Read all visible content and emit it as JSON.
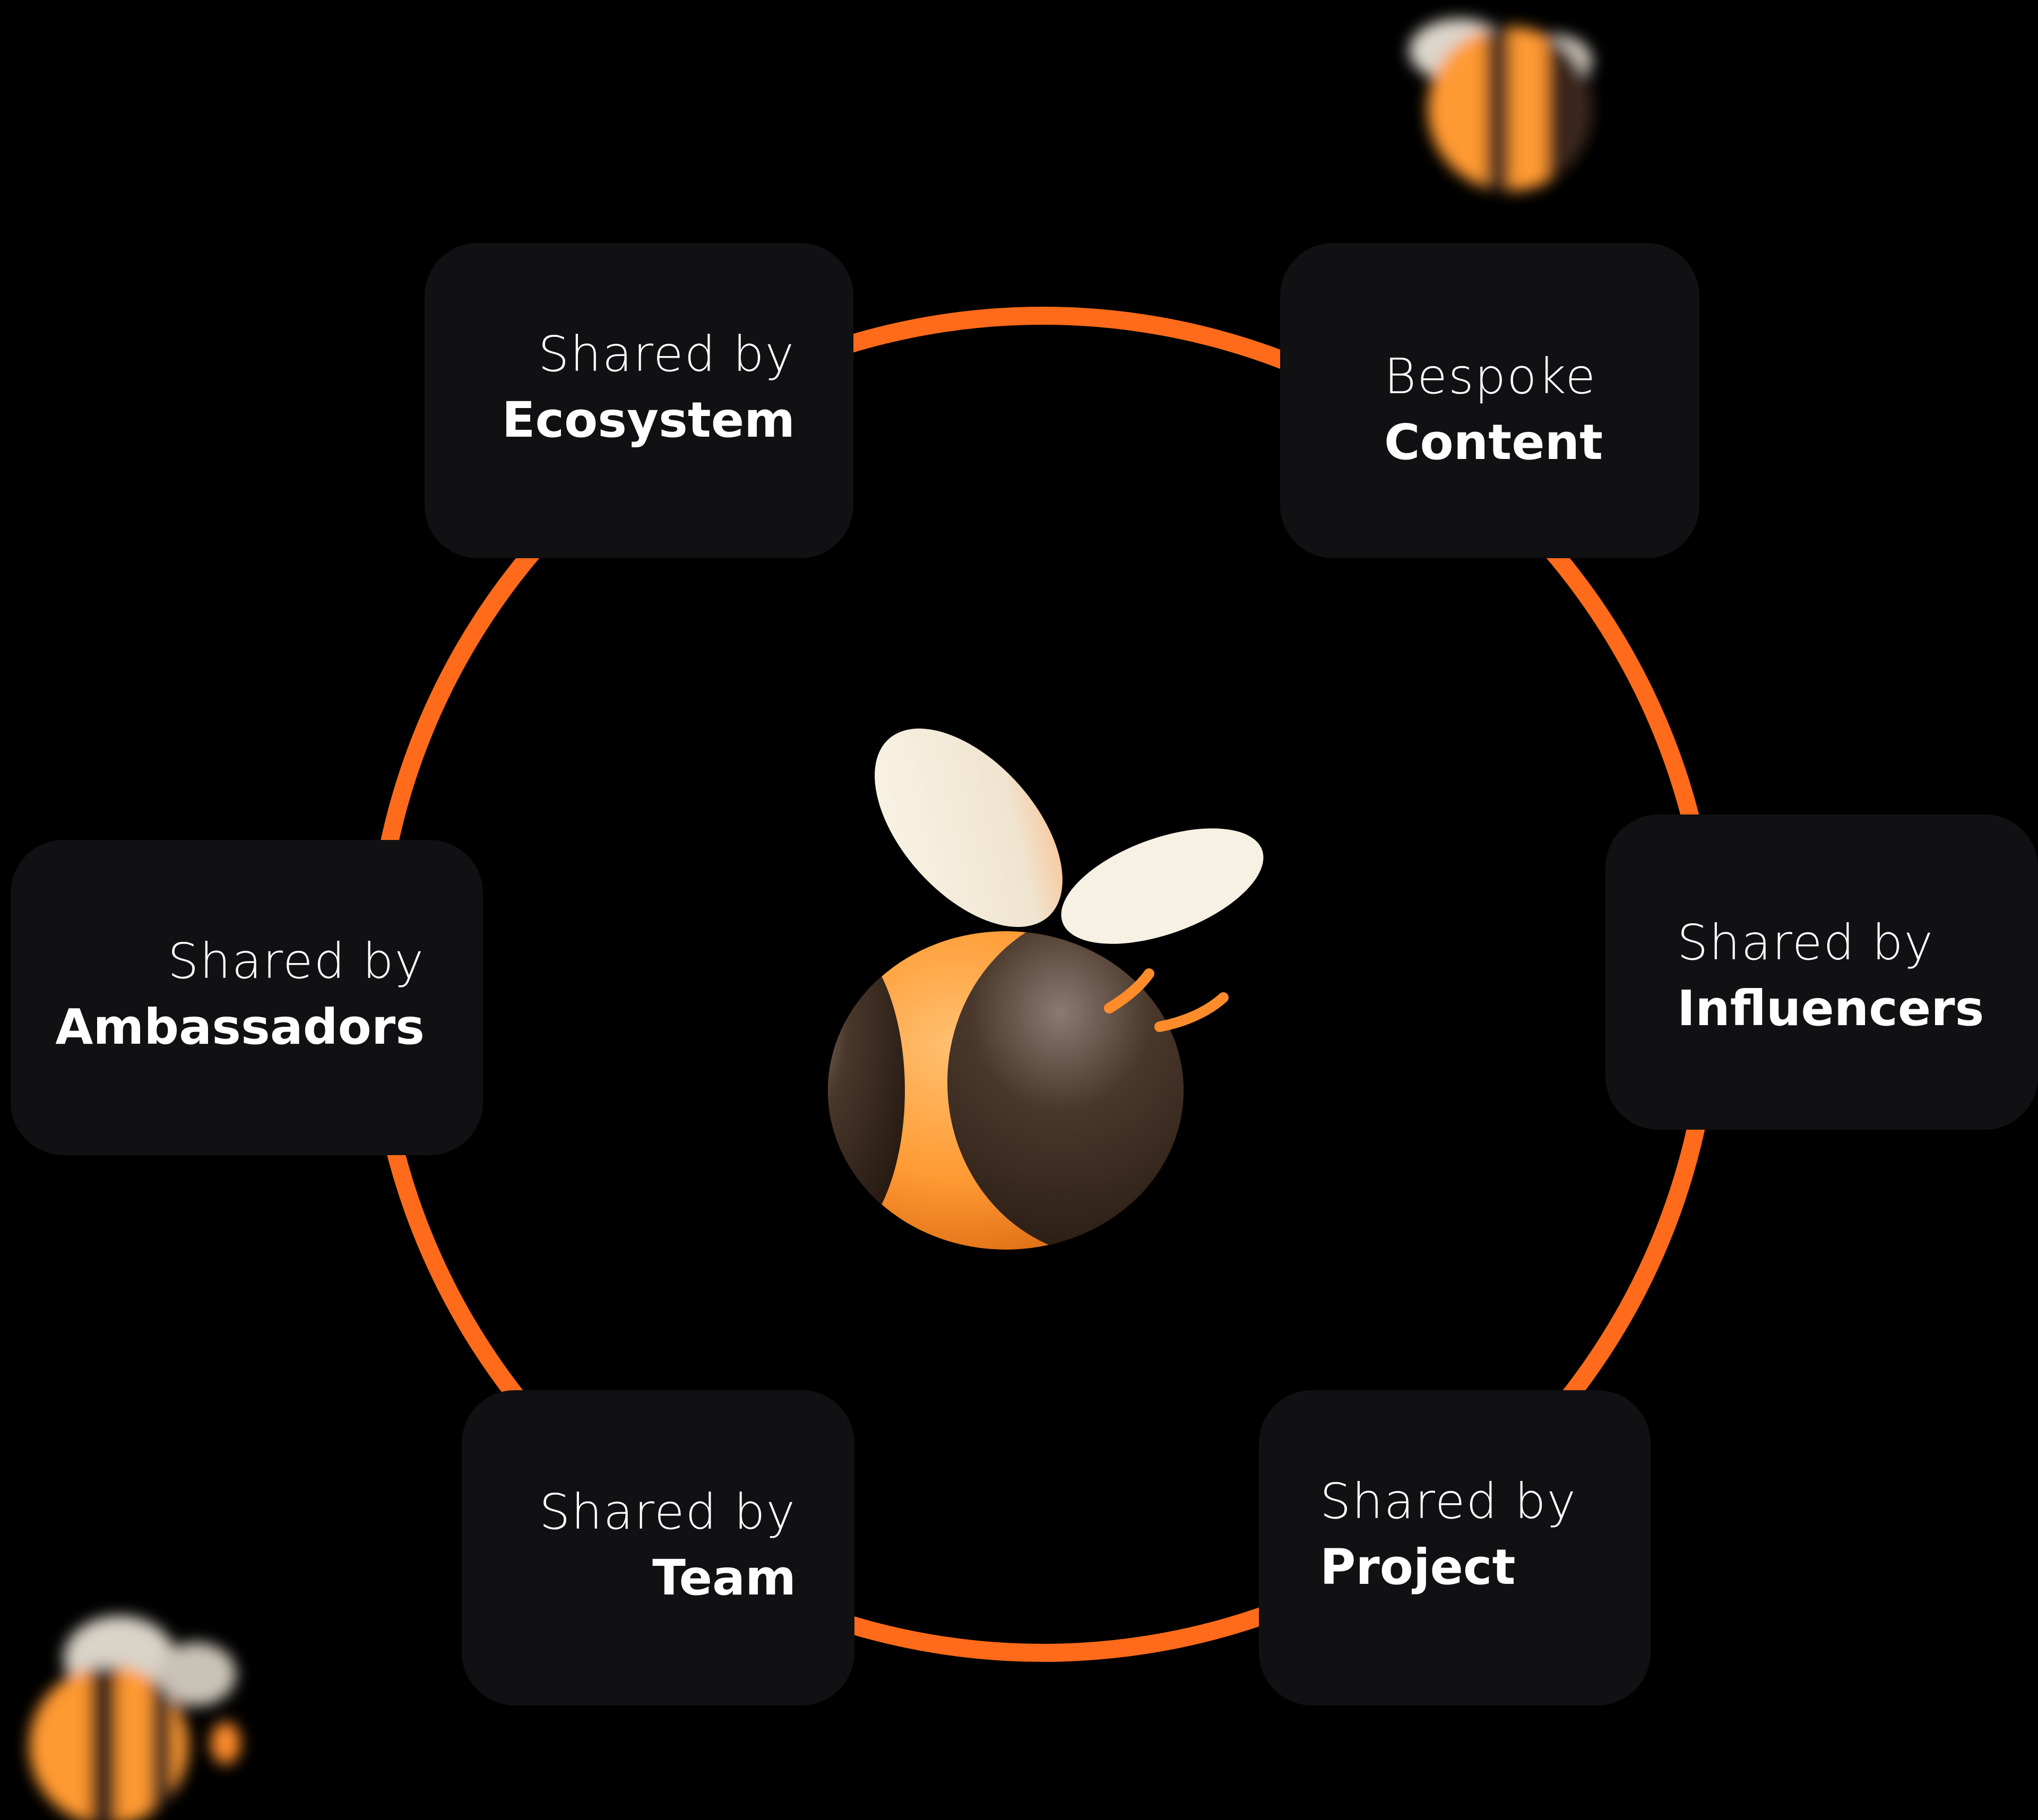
{
  "colors": {
    "background": "#000000",
    "card": "#111114",
    "ring": "#ff6b1a",
    "text": "#ffffff",
    "bee_orange": "#ff9a33",
    "bee_brown": "#3a2a20",
    "wing": "#f7f1e3"
  },
  "center": {
    "icon": "bee-mascot-icon"
  },
  "decorations": [
    {
      "icon": "blurred-bee-icon"
    },
    {
      "icon": "blurred-bee-icon"
    }
  ],
  "cards": {
    "ecosystem": {
      "line1": "Shared by",
      "line2": "Ecosystem"
    },
    "content": {
      "line1": "Bespoke",
      "line2": "Content"
    },
    "ambassadors": {
      "line1": "Shared by",
      "line2": "Ambassadors"
    },
    "influencers": {
      "line1": "Shared by",
      "line2": "Influencers"
    },
    "team": {
      "line1": "Shared by",
      "line2": "Team"
    },
    "project": {
      "line1": "Shared by",
      "line2": "Project"
    }
  }
}
